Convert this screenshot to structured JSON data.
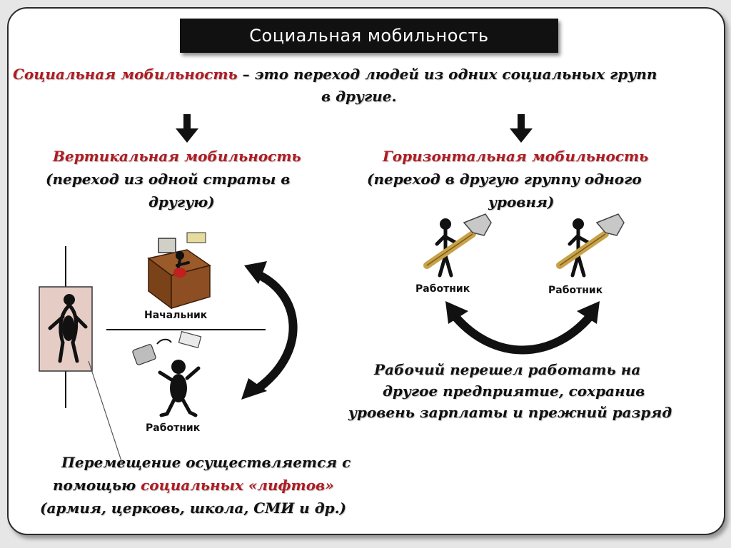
{
  "title": "Социальная мобильность",
  "definition": {
    "term": "Социальная мобильность",
    "line1_rest": " – это переход людей из одних социальных групп",
    "line2": "в другие."
  },
  "vertical": {
    "title": "Вертикальная мобильность",
    "desc_line1": "(переход из одной страты в",
    "desc_line2": "другую)",
    "boss_label": "Начальник",
    "worker_label": "Работник"
  },
  "horizontal": {
    "title": "Горизонтальная мобильность",
    "desc_line1": "(переход в другую группу одного",
    "desc_line2": "уровня)",
    "worker_label_left": "Работник",
    "worker_label_right": "Работник",
    "example_line1": "Рабочий перешел работать на",
    "example_line2": "другое предприятие, сохранив",
    "example_line3": "уровень зарплаты и прежний разряд"
  },
  "lifts": {
    "line1": "Перемещение осуществляется с",
    "line2_a": "помощью ",
    "line2_b": "социальных «лифтов»",
    "line3": "(армия, церковь, школа, СМИ и др.)"
  },
  "colors": {
    "accent_red": "#b01b22",
    "title_bg": "#111111",
    "elevator_fill": "#e5cdc6"
  },
  "icons": [
    "arrow-down-icon",
    "desk-boss-icon",
    "worker-figure-icon",
    "worker-hammer-icon",
    "curved-arrow-icon",
    "elevator-figure-icon"
  ]
}
